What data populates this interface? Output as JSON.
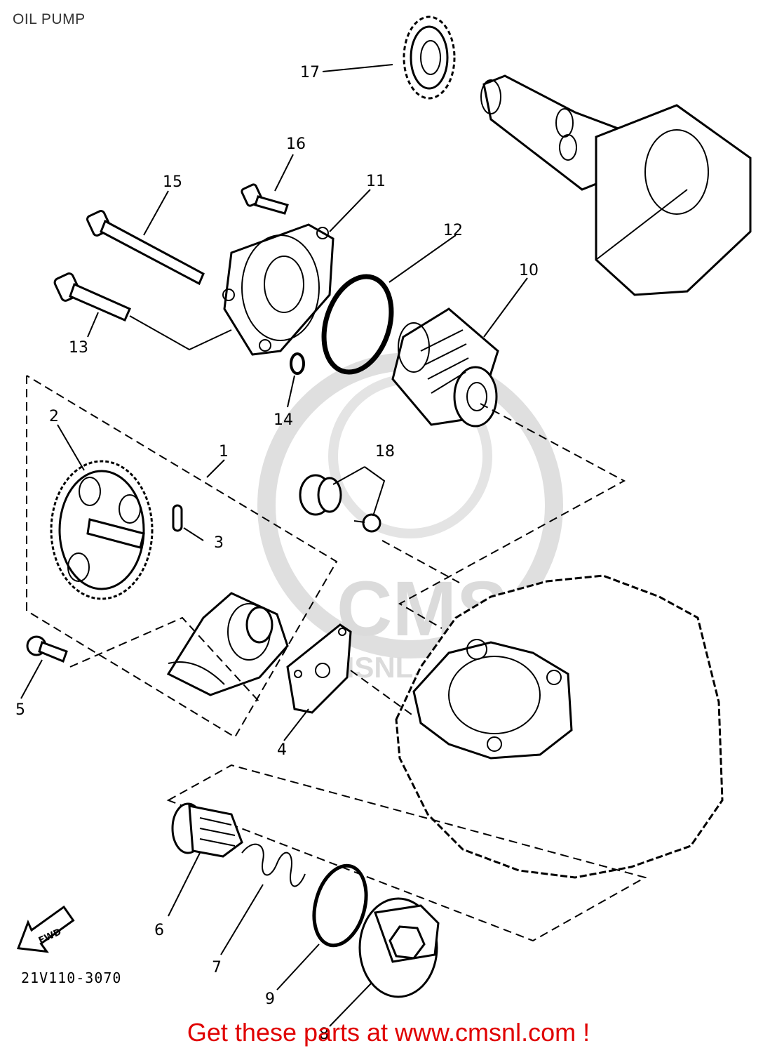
{
  "header": {
    "title": "OIL PUMP"
  },
  "diagram": {
    "reference_code": "21V110-3070",
    "fwd_label": "FWD",
    "watermark": {
      "brand": "CMS",
      "site": "CMSNL.COM"
    },
    "callouts": {
      "p1": "1",
      "p2": "2",
      "p3": "3",
      "p4": "4",
      "p5": "5",
      "p6": "6",
      "p7": "7",
      "p8": "8",
      "p9": "9",
      "p10": "10",
      "p11": "11",
      "p12": "12",
      "p13": "13",
      "p14": "14",
      "p15": "15",
      "p16": "16",
      "p17": "17",
      "p18": "18"
    }
  },
  "footer": {
    "link_text": "Get these parts at www.cmsnl.com !"
  },
  "colors": {
    "link": "#e00000",
    "line_art": "#000000",
    "watermark": "#d8d8d8"
  }
}
